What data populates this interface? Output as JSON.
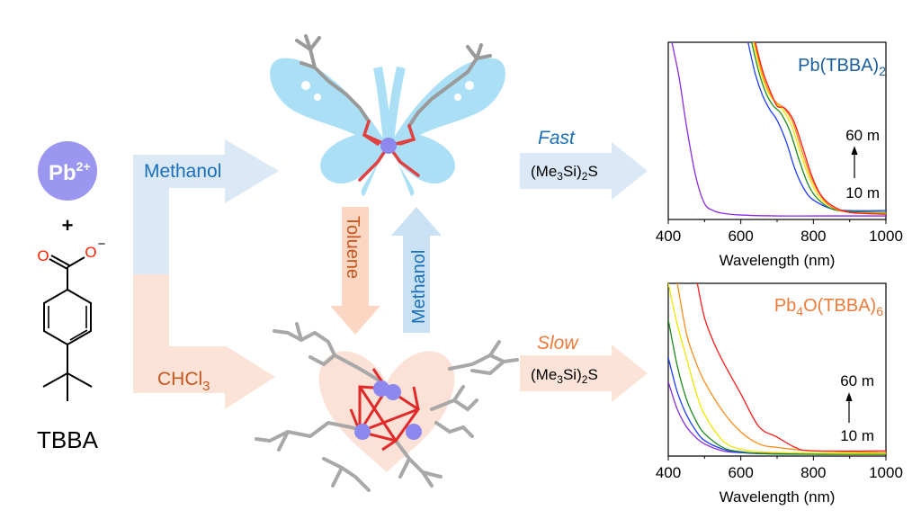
{
  "reactants": {
    "ion": "Pb",
    "ion_charge": "2+",
    "plus": "+",
    "oxygen_double": "O",
    "oxygen_single": "O",
    "oxygen_charge": "−",
    "ligand_name": "TBBA"
  },
  "routes": {
    "methanol_label": "Methanol",
    "chloroform_label": "CHCl",
    "chloroform_sub": "3",
    "toluene_label": "Toluene",
    "methanol_back_label": "Methanol"
  },
  "reactions": {
    "fast_label": "Fast",
    "slow_label": "Slow",
    "reagent": {
      "a": "(Me",
      "a_sub": "3",
      "b": "Si)",
      "b_sub": "2",
      "c": "S"
    }
  },
  "colors": {
    "blue_text": "#1a6fba",
    "orange_text": "#c4561f",
    "slow_text": "#ee7b3a",
    "blue_arrow": "#dbe9f6",
    "orange_arrow": "#fbe3d7",
    "pb": "#9b97f0",
    "butterfly": "#aadff5"
  },
  "chart_data": [
    {
      "type": "line",
      "title": "Pb(TBBA)",
      "title_sub": "2",
      "xlabel": "Wavelength (nm)",
      "ylabel": "",
      "xlim": [
        400,
        1000
      ],
      "ylim": [
        0,
        1
      ],
      "xticks": [
        "400",
        "600",
        "800",
        "1000"
      ],
      "annotation_top": "60 m",
      "annotation_bottom": "10 m",
      "series": [
        {
          "color": "#8a2be2",
          "x": [
            410,
            430,
            450,
            475,
            500,
            525,
            550,
            600,
            700,
            800,
            1000
          ],
          "y": [
            1.0,
            0.8,
            0.53,
            0.25,
            0.09,
            0.05,
            0.035,
            0.025,
            0.02,
            0.02,
            0.02
          ]
        },
        {
          "color": "#1f3fff",
          "x": [
            620,
            640,
            660,
            680,
            700,
            725,
            750,
            775,
            800,
            850,
            900,
            1000
          ],
          "y": [
            1.0,
            0.82,
            0.7,
            0.62,
            0.56,
            0.44,
            0.28,
            0.17,
            0.11,
            0.06,
            0.05,
            0.05
          ]
        },
        {
          "color": "#1a8a1a",
          "x": [
            630,
            650,
            670,
            690,
            710,
            735,
            760,
            785,
            810,
            850,
            900,
            1000
          ],
          "y": [
            1.0,
            0.83,
            0.71,
            0.64,
            0.6,
            0.5,
            0.34,
            0.2,
            0.12,
            0.06,
            0.045,
            0.04
          ]
        },
        {
          "color": "#f2e600",
          "x": [
            635,
            655,
            675,
            695,
            715,
            740,
            765,
            790,
            815,
            850,
            900,
            1000
          ],
          "y": [
            1.0,
            0.83,
            0.72,
            0.66,
            0.62,
            0.53,
            0.37,
            0.23,
            0.13,
            0.07,
            0.04,
            0.035
          ]
        },
        {
          "color": "#ff8c1a",
          "x": [
            638,
            658,
            678,
            698,
            718,
            743,
            768,
            793,
            818,
            850,
            900,
            1000
          ],
          "y": [
            1.0,
            0.83,
            0.72,
            0.66,
            0.63,
            0.55,
            0.39,
            0.24,
            0.14,
            0.07,
            0.04,
            0.03
          ]
        },
        {
          "color": "#ff1a1a",
          "x": [
            640,
            660,
            680,
            700,
            720,
            745,
            770,
            795,
            820,
            850,
            900,
            1000
          ],
          "y": [
            1.0,
            0.84,
            0.73,
            0.64,
            0.63,
            0.56,
            0.41,
            0.25,
            0.14,
            0.08,
            0.04,
            0.03
          ]
        }
      ]
    },
    {
      "type": "line",
      "title": "Pb",
      "title_sub": "4",
      "title_rest": "O(TBBA)",
      "title_sub2": "6",
      "xlabel": "Wavelength (nm)",
      "ylabel": "",
      "xlim": [
        400,
        1000
      ],
      "ylim": [
        0,
        1
      ],
      "xticks": [
        "400",
        "600",
        "800",
        "1000"
      ],
      "annotation_top": "60 m",
      "annotation_bottom": "10 m",
      "series": [
        {
          "color": "#8a2be2",
          "x": [
            400,
            425,
            450,
            475,
            500,
            550,
            600,
            700,
            1000
          ],
          "y": [
            0.43,
            0.27,
            0.17,
            0.11,
            0.07,
            0.03,
            0.02,
            0.015,
            0.015
          ]
        },
        {
          "color": "#1f3fff",
          "x": [
            400,
            425,
            450,
            475,
            500,
            550,
            600,
            700,
            1000
          ],
          "y": [
            0.57,
            0.37,
            0.24,
            0.15,
            0.09,
            0.04,
            0.02,
            0.012,
            0.012
          ]
        },
        {
          "color": "#1a8a1a",
          "x": [
            400,
            425,
            450,
            475,
            500,
            550,
            600,
            700,
            1000
          ],
          "y": [
            0.79,
            0.52,
            0.33,
            0.21,
            0.13,
            0.05,
            0.025,
            0.012,
            0.01
          ]
        },
        {
          "color": "#f2e600",
          "x": [
            400,
            425,
            450,
            475,
            500,
            550,
            600,
            700,
            1000
          ],
          "y": [
            1.0,
            0.76,
            0.57,
            0.38,
            0.24,
            0.09,
            0.04,
            0.02,
            0.015
          ]
        },
        {
          "color": "#ff8c1a",
          "x": [
            425,
            450,
            475,
            500,
            550,
            600,
            650,
            700,
            800,
            1000
          ],
          "y": [
            1.0,
            0.71,
            0.55,
            0.43,
            0.26,
            0.14,
            0.07,
            0.05,
            0.03,
            0.02
          ]
        },
        {
          "color": "#ff1a1a",
          "x": [
            480,
            500,
            525,
            550,
            600,
            650,
            700,
            750,
            800,
            1000
          ],
          "y": [
            1.0,
            0.8,
            0.66,
            0.55,
            0.36,
            0.17,
            0.11,
            0.05,
            0.03,
            0.03
          ]
        }
      ]
    }
  ]
}
